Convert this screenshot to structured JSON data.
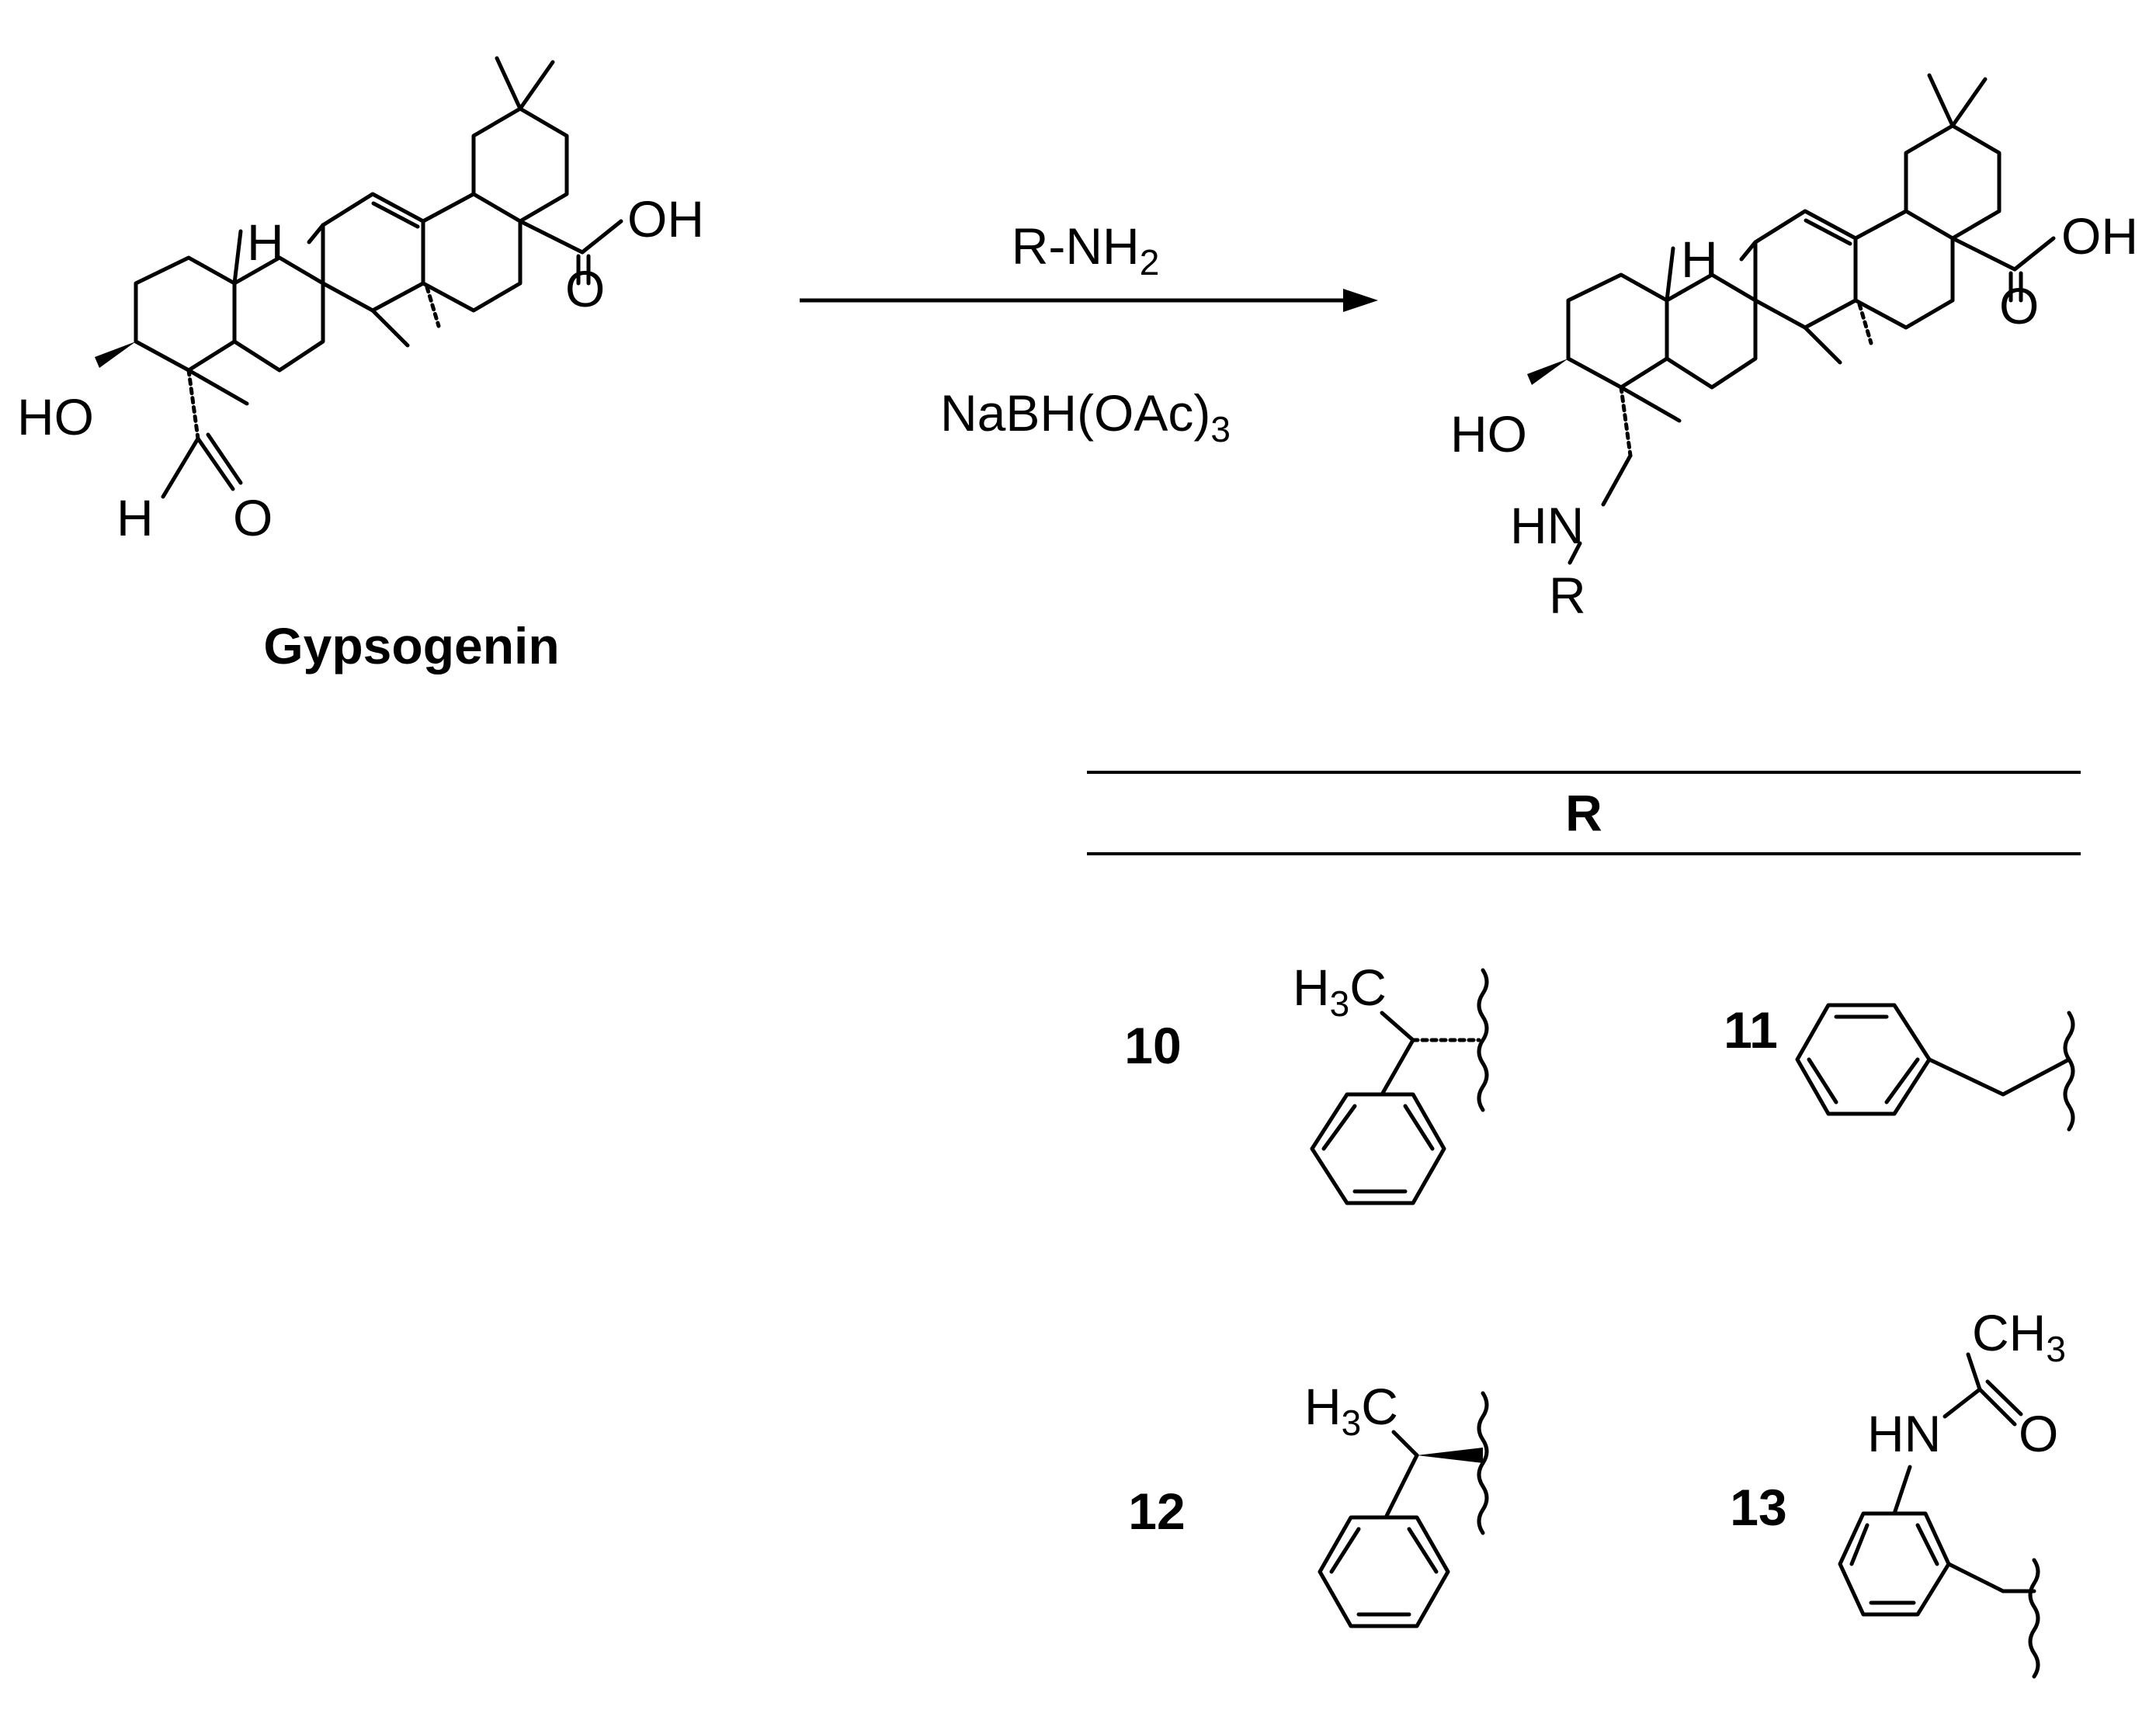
{
  "reactant": {
    "name": "Gypsogenin",
    "atoms": {
      "oh_acid": "OH",
      "o_acid": "O",
      "h_ring": "H",
      "ho": "HO",
      "h_ald": "H",
      "o_ald": "O"
    }
  },
  "reaction": {
    "reagent_main": "R-NH",
    "reagent_main_sub": "2",
    "reagent_second": "NaBH(OAc)",
    "reagent_second_sub": "3"
  },
  "product": {
    "atoms": {
      "oh_acid": "OH",
      "o_acid": "O",
      "h_ring": "H",
      "ho": "HO",
      "hn": "HN",
      "r": "R"
    }
  },
  "table": {
    "header": "R",
    "entries": [
      {
        "id": "10",
        "label_main": "H",
        "label_sub": "3",
        "label_tail": "C"
      },
      {
        "id": "11"
      },
      {
        "id": "12",
        "label_main": "H",
        "label_sub": "3",
        "label_tail": "C"
      },
      {
        "id": "13",
        "ch3": "CH",
        "ch3_sub": "3",
        "hn": "HN",
        "o": "O"
      }
    ]
  },
  "colors": {
    "ink": "#000000",
    "background": "#ffffff"
  }
}
